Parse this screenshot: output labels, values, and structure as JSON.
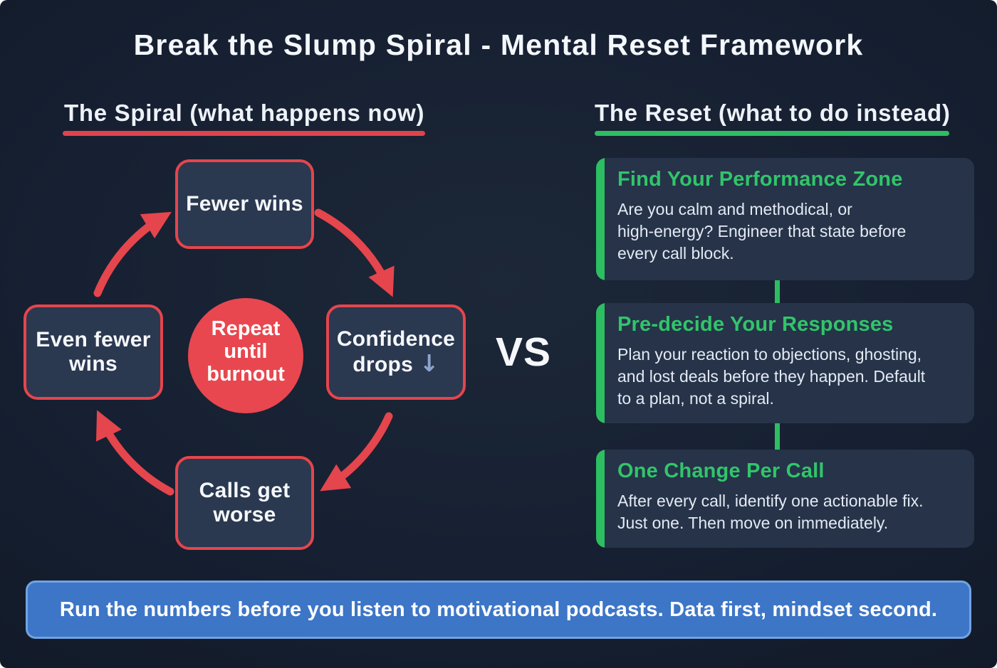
{
  "title": "Break the Slump Spiral - Mental Reset Framework",
  "vs_label": "VS",
  "spiral": {
    "heading": "The Spiral (what happens now)",
    "nodes": [
      {
        "label": "Fewer wins"
      },
      {
        "label": "Confidence drops",
        "suffix": "↓"
      },
      {
        "label": "Calls get worse"
      },
      {
        "label": "Even fewer wins"
      }
    ],
    "center": "Repeat until burnout"
  },
  "reset": {
    "heading": "The Reset (what to do instead)",
    "cards": [
      {
        "title": "Find Your Performance Zone",
        "body": "Are you calm and methodical, or high-energy? Engineer that state before every call block."
      },
      {
        "title": "Pre-decide Your Responses",
        "body": "Plan your reaction to objections, ghosting, and lost deals before they happen. Default to a plan, not a spiral."
      },
      {
        "title": "One Change Per Call",
        "body": "After every call, identify one actionable fix. Just one. Then move on immediately."
      }
    ]
  },
  "banner": {
    "text": "Run the numbers before you listen to motivational podcasts. Data first, mindset second."
  },
  "colors": {
    "red": "#e8474f",
    "green": "#2dbe62",
    "blue": "#3d76c7",
    "background": "#182335"
  }
}
